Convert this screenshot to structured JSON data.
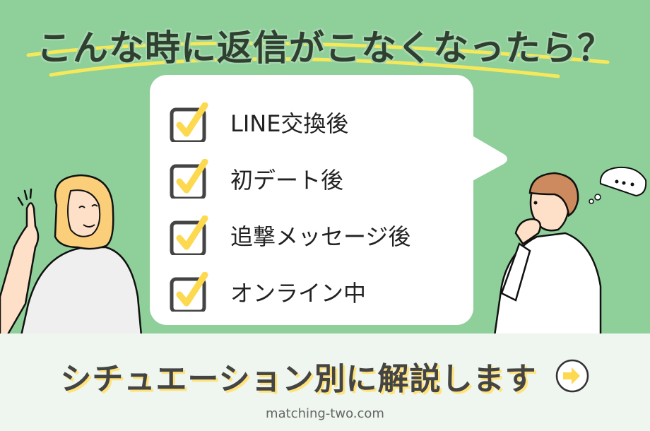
{
  "headline": "こんな時に返信がこなくなったら？",
  "checklist": {
    "items": [
      {
        "label": "LINE交換後",
        "checked": true
      },
      {
        "label": "初デート後",
        "checked": true
      },
      {
        "label": "追撃メッセージ後",
        "checked": true
      },
      {
        "label": "オンライン中",
        "checked": true
      }
    ]
  },
  "cta": {
    "label": "シチュエーション別に解説します",
    "icon": "arrow-right-circle-icon"
  },
  "footer": {
    "domain": "matching-two.com"
  },
  "thought_bubble": {
    "text": "…"
  },
  "colors": {
    "background": "#8ecf9a",
    "footer_bg": "#eef6ef",
    "accent_yellow": "#fcd94e",
    "headline_text": "#2f3f30",
    "checkbox_border": "#444444"
  }
}
